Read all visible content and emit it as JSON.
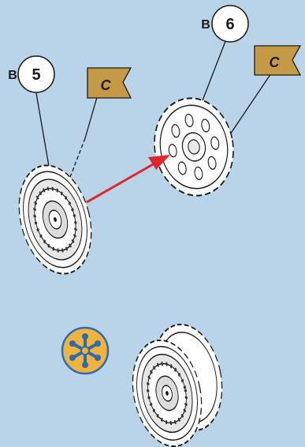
{
  "callouts": [
    {
      "prefix": "B",
      "number": "5"
    },
    {
      "prefix": "B",
      "number": "6"
    }
  ],
  "flags": [
    {
      "letter": "C"
    },
    {
      "letter": "C"
    }
  ],
  "colors": {
    "background": "#b9d3e9",
    "arrow": "#e0262a",
    "flag": "#c59a46",
    "glue_icon_fill": "#f2b33c",
    "glue_icon_star": "#2b6cb3",
    "line": "#1a1a1a"
  },
  "icons": [
    "glue-icon"
  ]
}
